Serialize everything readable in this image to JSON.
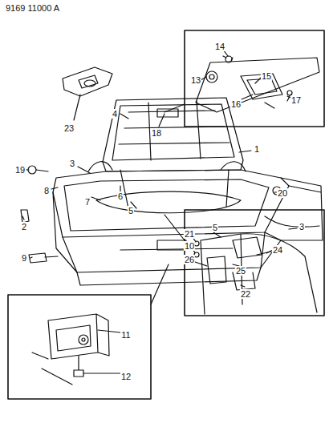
{
  "diagram": {
    "labels": [
      "9169 11000 A",
      "23",
      "14",
      "13",
      "15",
      "16",
      "17",
      "4",
      "18",
      "1",
      "19",
      "3",
      "2",
      "8",
      "7",
      "6",
      "5",
      "20",
      "9",
      "22",
      "11",
      "12",
      "21",
      "5",
      "3",
      "10",
      "24",
      "26",
      "25"
    ]
  }
}
